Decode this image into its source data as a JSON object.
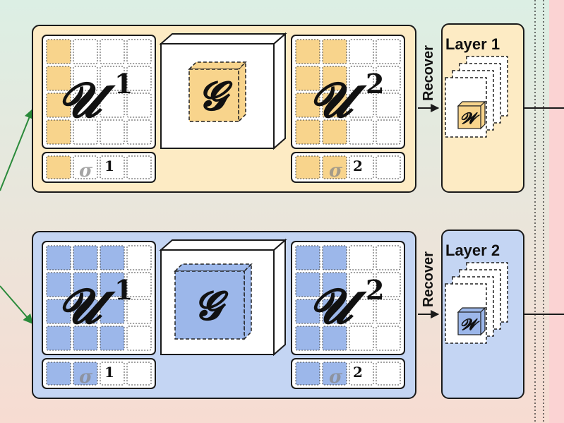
{
  "colors": {
    "bg_top": "#dcefe4",
    "bg_bottom": "#f7dcd2",
    "bg_right": "#fbd3d3",
    "arrow_green": "#2a8a3a",
    "layer1_panel": "#fdebc4",
    "layer1_cell": "#f8d48c",
    "layer2_panel": "#c4d5f3",
    "layer2_cell": "#9cb7ea",
    "cell_white": "#ffffff",
    "stroke": "#1a1a1a"
  },
  "layers": [
    {
      "name": "layer-1",
      "label": "Layer 1",
      "recover_label": "Recover",
      "u1": {
        "symbol": "𝓤",
        "superscript": "1"
      },
      "g": {
        "symbol": "𝓖"
      },
      "u2": {
        "symbol": "𝓤",
        "superscript": "2"
      },
      "s1": {
        "symbol": "σ",
        "superscript": "1"
      },
      "s2": {
        "symbol": "σ",
        "superscript": "2"
      },
      "w": {
        "symbol": "𝓦"
      },
      "u1_filled_rows": [
        1,
        1,
        1,
        1
      ],
      "u2_filled_rows": [
        2,
        2,
        2,
        2
      ],
      "s1_filled": 1,
      "s2_filled": 2
    },
    {
      "name": "layer-2",
      "label": "Layer 2",
      "recover_label": "Recover",
      "u1": {
        "symbol": "𝓤",
        "superscript": "1"
      },
      "g": {
        "symbol": "𝓖"
      },
      "u2": {
        "symbol": "𝓤",
        "superscript": "2"
      },
      "s1": {
        "symbol": "σ",
        "superscript": "1"
      },
      "s2": {
        "symbol": "σ",
        "superscript": "2"
      },
      "w": {
        "symbol": "𝓦"
      },
      "u1_filled_rows": [
        3,
        3,
        3,
        3
      ],
      "u2_filled_rows": [
        2,
        2,
        2,
        2
      ],
      "s1_filled": 2,
      "s2_filled": 2
    }
  ]
}
